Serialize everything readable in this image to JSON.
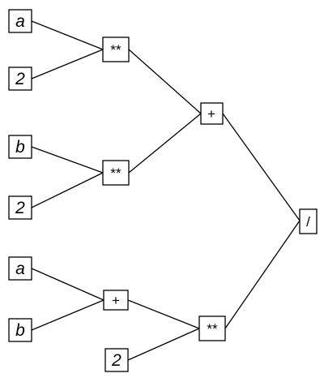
{
  "nodes": {
    "leaf_a1": {
      "label": "a"
    },
    "leaf_2a": {
      "label": "2"
    },
    "leaf_b1": {
      "label": "b"
    },
    "leaf_2b": {
      "label": "2"
    },
    "leaf_a2": {
      "label": "a"
    },
    "leaf_b2": {
      "label": "b"
    },
    "leaf_2c": {
      "label": "2"
    },
    "pow_top": {
      "label": "**"
    },
    "pow_mid": {
      "label": "**"
    },
    "plus_top": {
      "label": "+"
    },
    "plus_bottom": {
      "label": "+"
    },
    "pow_bottom": {
      "label": "**"
    },
    "div_root": {
      "label": "/"
    }
  },
  "edges": [
    [
      "leaf_a1",
      "pow_top"
    ],
    [
      "leaf_2a",
      "pow_top"
    ],
    [
      "leaf_b1",
      "pow_mid"
    ],
    [
      "leaf_2b",
      "pow_mid"
    ],
    [
      "pow_top",
      "plus_top"
    ],
    [
      "pow_mid",
      "plus_top"
    ],
    [
      "leaf_a2",
      "plus_bottom"
    ],
    [
      "leaf_b2",
      "plus_bottom"
    ],
    [
      "plus_bottom",
      "pow_bottom"
    ],
    [
      "leaf_2c",
      "pow_bottom"
    ],
    [
      "plus_top",
      "div_root"
    ],
    [
      "pow_bottom",
      "div_root"
    ]
  ]
}
